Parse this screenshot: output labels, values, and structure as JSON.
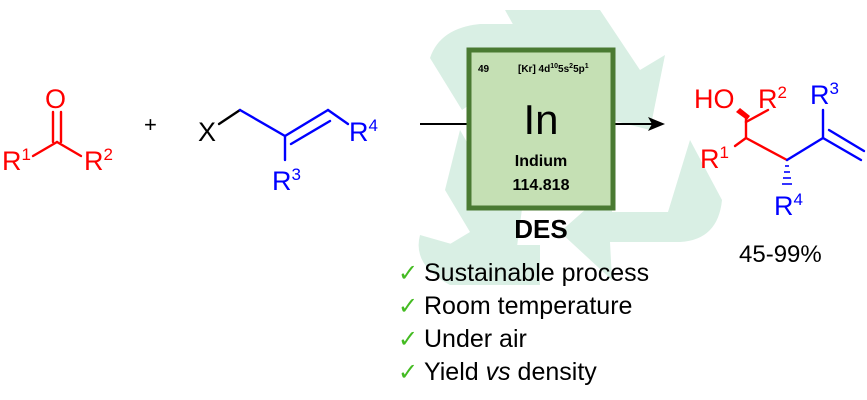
{
  "reactant1": {
    "oxygen": "O",
    "r1_base": "R",
    "r1_sup": "1",
    "r2_base": "R",
    "r2_sup": "2",
    "color": "#ff0000"
  },
  "plus": "+",
  "reactant2": {
    "halide": "X",
    "r4_base": "R",
    "r4_sup": "4",
    "r3_base": "R",
    "r3_sup": "3",
    "color": "#0000ff"
  },
  "element_tile": {
    "atomic_number": "49",
    "config_prefix": "[Kr] 4d",
    "config_sup1": "10",
    "config_mid1": "5s",
    "config_sup2": "2",
    "config_mid2": "5p",
    "config_sup3": "1",
    "symbol": "In",
    "name": "Indium",
    "mass": "114.818",
    "fill_color": "#c5e0b4",
    "border_color": "#4a7a32"
  },
  "solvent": "DES",
  "product": {
    "hydroxyl": "HO",
    "r1_base": "R",
    "r1_sup": "1",
    "r2_base": "R",
    "r2_sup": "2",
    "r3_base": "R",
    "r3_sup": "3",
    "r4_base": "R",
    "r4_sup": "4",
    "yield": "45-99%"
  },
  "check_glyph": "✓",
  "conditions": [
    {
      "text": "Sustainable process"
    },
    {
      "text": "Room temperature"
    },
    {
      "text": "Under air"
    },
    {
      "pre": "Yield ",
      "ital": "vs",
      "post": " density"
    }
  ],
  "recycle_icon_color": "#d9efe4"
}
